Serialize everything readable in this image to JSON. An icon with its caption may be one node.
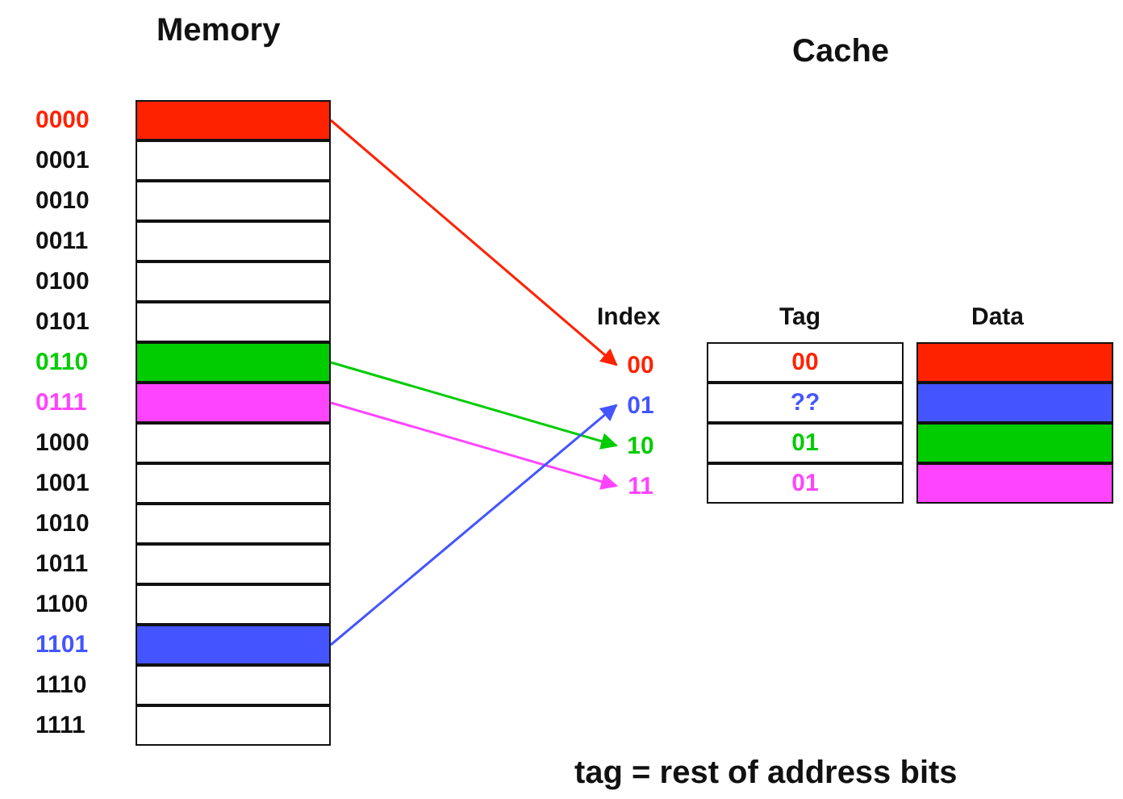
{
  "diagram": {
    "nodes": [
      {
        "text": [],
        "shape": "box",
        "beside": [
          "0000"
        ]
      },
      {
        "text": [],
        "shape": "box",
        "beside": [
          "0001"
        ]
      },
      {
        "text": [],
        "shape": "box",
        "beside": [
          "0010"
        ]
      },
      {
        "text": [],
        "shape": "box",
        "beside": [
          "0011"
        ]
      },
      {
        "text": [],
        "shape": "box",
        "beside": [
          "0100"
        ]
      },
      {
        "text": [],
        "shape": "box",
        "beside": [
          "0101"
        ]
      },
      {
        "text": [],
        "shape": "box",
        "beside": [
          "0110"
        ]
      },
      {
        "text": [],
        "shape": "box",
        "beside": [
          "0111"
        ]
      },
      {
        "text": [],
        "shape": "box",
        "beside": [
          "1000"
        ]
      },
      {
        "text": [],
        "shape": "box",
        "beside": [
          "1001"
        ]
      },
      {
        "text": [],
        "shape": "box",
        "beside": [
          "1010"
        ]
      },
      {
        "text": [],
        "shape": "box",
        "beside": [
          "1011"
        ]
      },
      {
        "text": [],
        "shape": "box",
        "beside": [
          "1100"
        ]
      },
      {
        "text": [],
        "shape": "box",
        "beside": [
          "1101"
        ]
      },
      {
        "text": [],
        "shape": "box",
        "beside": [
          "1110"
        ]
      },
      {
        "text": [],
        "shape": "box",
        "beside": [
          "1111"
        ]
      },
      {
        "text": [
          "00"
        ]
      },
      {
        "text": [
          "01"
        ]
      },
      {
        "text": [
          "10"
        ]
      },
      {
        "text": [
          "11"
        ]
      },
      {
        "text": [
          "00"
        ]
      },
      {
        "text": [
          "??"
        ]
      },
      {
        "text": [
          "01"
        ]
      },
      {
        "text": [
          "01"
        ]
      },
      {
        "text": [],
        "shape": "box"
      },
      {
        "text": [],
        "shape": "box"
      },
      {
        "text": [],
        "shape": "box"
      },
      {
        "text": [],
        "shape": "box"
      }
    ],
    "edges": [
      {
        "from": 0,
        "to": 16,
        "arrow": "to",
        "color": "#ff2200"
      },
      {
        "from": 6,
        "to": 18,
        "arrow": "to",
        "color": "#00cc00"
      },
      {
        "from": 7,
        "to": 19,
        "arrow": "to",
        "color": "#ff44ff"
      },
      {
        "from": 13,
        "to": 17,
        "arrow": "to",
        "color": "#4455ff"
      }
    ],
    "labels": [
      "Memory",
      "Cache",
      "Index",
      "Tag",
      "Data",
      "tag = rest of address bits"
    ]
  }
}
